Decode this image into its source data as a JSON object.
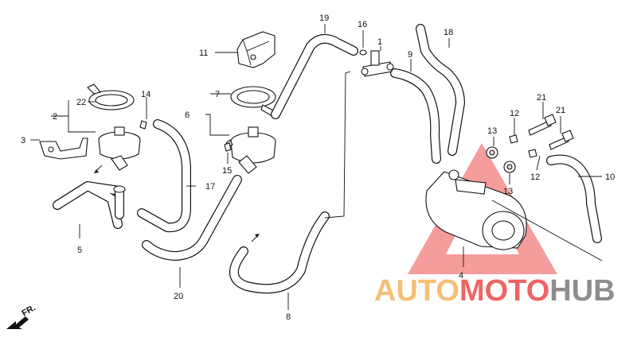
{
  "diagram": {
    "callouts": [
      {
        "id": "c1",
        "text": "1"
      },
      {
        "id": "c2",
        "text": "2"
      },
      {
        "id": "c3",
        "text": "3"
      },
      {
        "id": "c4",
        "text": "4"
      },
      {
        "id": "c5",
        "text": "5"
      },
      {
        "id": "c6",
        "text": "6"
      },
      {
        "id": "c7",
        "text": "7"
      },
      {
        "id": "c8",
        "text": "8"
      },
      {
        "id": "c9",
        "text": "9"
      },
      {
        "id": "c10",
        "text": "10"
      },
      {
        "id": "c11",
        "text": "11"
      },
      {
        "id": "c12a",
        "text": "12"
      },
      {
        "id": "c12b",
        "text": "12"
      },
      {
        "id": "c13a",
        "text": "13"
      },
      {
        "id": "c13b",
        "text": "13"
      },
      {
        "id": "c14",
        "text": "14"
      },
      {
        "id": "c15",
        "text": "15"
      },
      {
        "id": "c16",
        "text": "16"
      },
      {
        "id": "c17",
        "text": "17"
      },
      {
        "id": "c18",
        "text": "18"
      },
      {
        "id": "c19",
        "text": "19"
      },
      {
        "id": "c20",
        "text": "20"
      },
      {
        "id": "c21a",
        "text": "21"
      },
      {
        "id": "c21b",
        "text": "21"
      },
      {
        "id": "c22",
        "text": "22"
      }
    ],
    "direction_label": "FR.",
    "watermark": {
      "part1": "AUTO",
      "part2": "MOTO",
      "part3": "HUB",
      "color_orange": "#f4b55f",
      "color_red": "#ec4a4a",
      "color_gray": "#7a7a7a"
    }
  }
}
